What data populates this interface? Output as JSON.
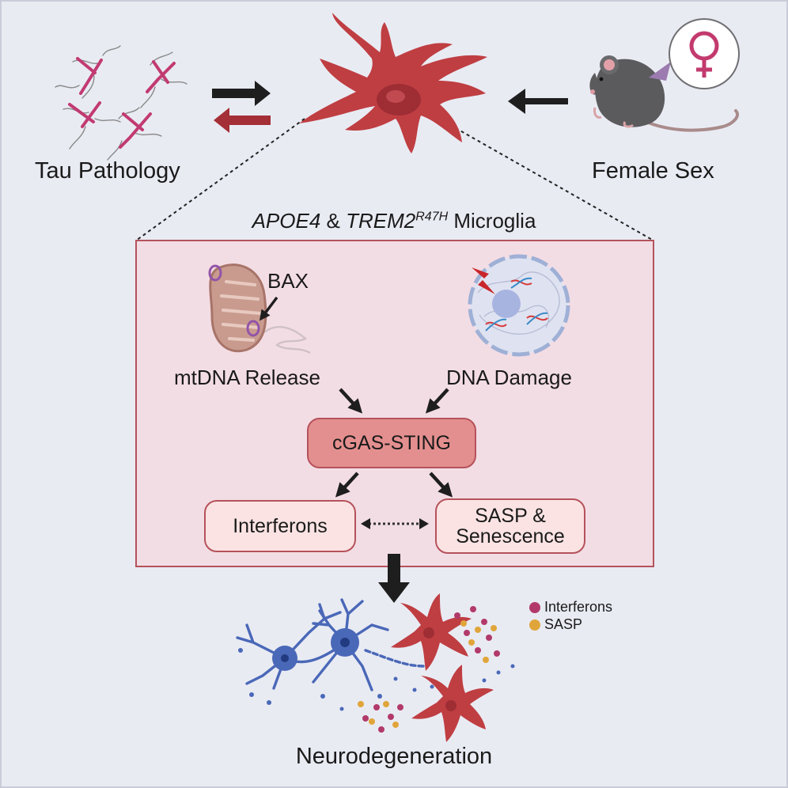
{
  "labels": {
    "tau": "Tau Pathology",
    "female": "Female Sex",
    "genotype_1": "APOE4",
    "genotype_amp": "&",
    "genotype_2": "TREM2",
    "genotype_sup": "R47H",
    "genotype_cell": "Microglia",
    "bax": "BAX",
    "mtdna": "mtDNA Release",
    "dna_damage": "DNA Damage",
    "cgas": "cGAS-STING",
    "interferons": "Interferons",
    "sasp_line1": "SASP &",
    "sasp_line2": "Senescence",
    "neurodegeneration": "Neurodegeneration"
  },
  "legend": [
    {
      "label": "Interferons",
      "color": "#b23a6a"
    },
    {
      "label": "SASP",
      "color": "#e0a53a"
    }
  ],
  "colors": {
    "background": "#e9ebf3",
    "microglia": "#bf3e42",
    "box_fill": "#f3dde4",
    "box_border": "#b5525c",
    "cgas_fill": "#e48f8f",
    "pill_fill": "#fbe3e3",
    "neuron": "#4a68b8",
    "arrow_dark": "#1e1e1e",
    "arrow_red": "#a42f36"
  },
  "icons": [
    "female-symbol-icon",
    "mouse-icon",
    "tau-fibril-icon",
    "mitochondrion-icon",
    "nucleus-icon",
    "lightning-icon",
    "dna-helix-icon"
  ]
}
